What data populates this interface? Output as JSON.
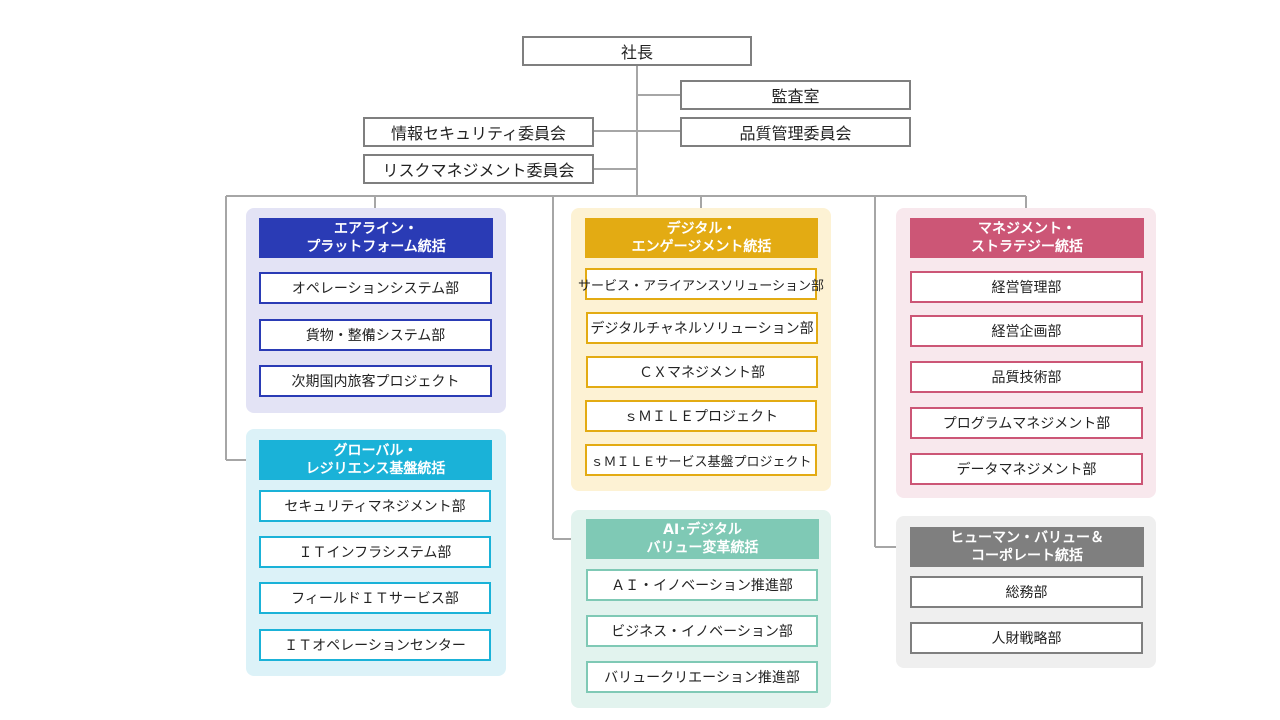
{
  "top": {
    "president": "社長",
    "audit_office": "監査室",
    "info_security_committee": "情報セキュリティ委員会",
    "quality_committee": "品質管理委員会",
    "risk_committee": "リスクマネジメント委員会"
  },
  "divisions": {
    "airline": {
      "title": "エアライン・\nプラットフォーム統括",
      "color": "#2a3bb5",
      "panel_color": "#e3e3f5",
      "depts": [
        "オペレーションシステム部",
        "貨物・整備システム部",
        "次期国内旅客プロジェクト"
      ]
    },
    "global": {
      "title": "グローバル・\nレジリエンス基盤統括",
      "color": "#1ab2d8",
      "panel_color": "#dcf2f8",
      "depts": [
        "セキュリティマネジメント部",
        "ＩＴインフラシステム部",
        "フィールドＩＴサービス部",
        "ＩＴオペレーションセンター"
      ]
    },
    "digital": {
      "title": "デジタル・\nエンゲージメント統括",
      "color": "#e3ab13",
      "panel_color": "#fdf2d4",
      "depts": [
        "サービス・アライアンスソリューション部",
        "デジタルチャネルソリューション部",
        "ＣＸマネジメント部",
        "ｓＭＩＬＥプロジェクト",
        "ｓＭＩＬＥサービス基盤プロジェクト"
      ]
    },
    "ai": {
      "title": "AI･デジタル\nバリュー変革統括",
      "color": "#7fc9b5",
      "panel_color": "#e2f3ee",
      "depts": [
        "ＡＩ・イノベーション推進部",
        "ビジネス・イノベーション部",
        "バリュークリエーション推進部"
      ]
    },
    "management": {
      "title": "マネジメント・\nストラテジー統括",
      "color": "#cc5676",
      "panel_color": "#f8e8ed",
      "depts": [
        "経営管理部",
        "経営企画部",
        "品質技術部",
        "プログラムマネジメント部",
        "データマネジメント部"
      ]
    },
    "human": {
      "title": "ヒューマン・バリュー＆\nコーポレート統括",
      "color": "#7f7f7f",
      "panel_color": "#efefef",
      "depts": [
        "総務部",
        "人財戦略部"
      ]
    }
  }
}
